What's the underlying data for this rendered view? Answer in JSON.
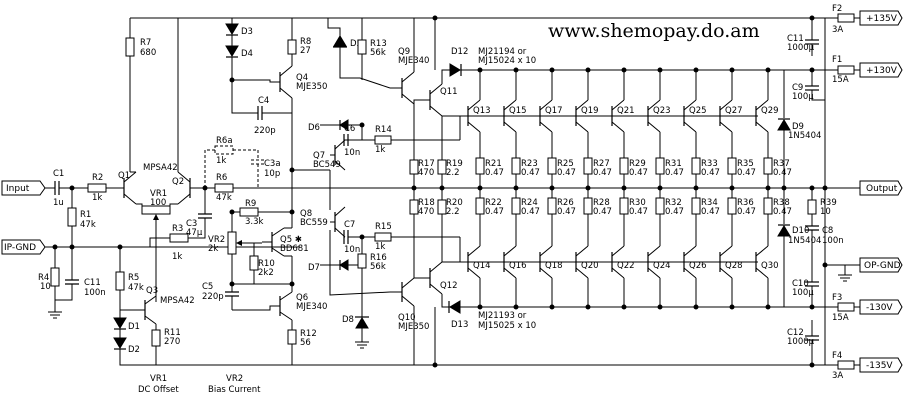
{
  "website": "www.shemopay.do.am",
  "connectors": {
    "input": "Input",
    "ip_gnd": "IP-GND",
    "output": "Output",
    "op_gnd": "OP-GND",
    "pos135": "+135V",
    "pos130": "+130V",
    "neg130": "-130V",
    "neg135": "-135V"
  },
  "components": {
    "C1": "C1",
    "C1v": "1u",
    "R1": "R1",
    "R1v": "47k",
    "R2": "R2",
    "R2v": "1k",
    "R3": "R3",
    "R3v": "1k",
    "R4": "R4",
    "R4v": "10",
    "C11b": "C11",
    "C11bv": "100n",
    "R5": "R5",
    "R5v": "47k",
    "R6": "R6",
    "R6v": "47k",
    "R6a": "R6a",
    "R6av": "1k",
    "C3a": "C3a",
    "C3av": "10p",
    "C3": "C3",
    "C3v": "47µ",
    "R7": "R7",
    "R7v": "680",
    "Q1": "Q1",
    "Q2": "Q2",
    "Q1type": "MPSA42",
    "VR1": "VR1",
    "VR1v": "100",
    "Q3": "Q3",
    "Q3type": "MPSA42",
    "D1": "D1",
    "D2": "D2",
    "D3": "D3",
    "D4": "D4",
    "R11": "R11",
    "R11v": "270",
    "VR2": "VR2",
    "VR2v": "2k",
    "R9": "R9",
    "R9v": "3.3k",
    "R10": "R10",
    "R10v": "2k2",
    "C5": "C5",
    "C5v": "220p",
    "C4": "C4",
    "C4v": "220p",
    "Q5": "Q5 ✱",
    "Q5type": "BD681",
    "R8": "R8",
    "R8v": "27",
    "Q4": "Q4",
    "Q4type": "MJE350",
    "D5": "D5",
    "R13": "R13",
    "R13v": "56k",
    "D6": "D6",
    "C6": "C6",
    "C6v": "10n",
    "Q7": "Q7",
    "Q7type": "BC549",
    "Q8": "Q8",
    "Q8type": "BC559",
    "C7": "C7",
    "C7v": "10n",
    "D7": "D7",
    "R16": "R16",
    "R16v": "56k",
    "D8": "D8",
    "Q6": "Q6",
    "Q6type": "MJE340",
    "R12": "R12",
    "R12v": "56",
    "R14": "R14",
    "R14v": "1k",
    "R15": "R15",
    "R15v": "1k",
    "Q9": "Q9",
    "Q9type": "MJE340",
    "Q10": "Q10",
    "Q10type": "MJE350",
    "Q11": "Q11",
    "Q12": "Q12",
    "D12": "D12",
    "D13": "D13",
    "R17": "R17",
    "R17v": "470",
    "R18": "R18",
    "R18v": "470",
    "R19": "R19",
    "R19v": "2.2",
    "R20": "R20",
    "R20v": "2.2",
    "top_out_type": "MJ21194 or",
    "top_out_type2": "MJ15024 x 10",
    "bot_out_type": "MJ21193 or",
    "bot_out_type2": "MJ15025 x 10",
    "C11": "C11",
    "C11v": "1000µ",
    "C9": "C9",
    "C9v": "100µ",
    "C10": "C10",
    "C10v": "100µ",
    "C12": "C12",
    "C12v": "1000µ",
    "F1": "F1",
    "F1v": "15A",
    "F2": "F2",
    "F2v": "3A",
    "F3": "F3",
    "F3v": "15A",
    "F4": "F4",
    "F4v": "3A",
    "D9": "D9",
    "D9v": "1N5404",
    "D10": "D10",
    "D10v": "1N5404",
    "R39": "R39",
    "R39v": "10",
    "C8": "C8",
    "C8v": "100n"
  },
  "output_stage": {
    "top_q": [
      "Q13",
      "Q15",
      "Q17",
      "Q19",
      "Q21",
      "Q23",
      "Q25",
      "Q27",
      "Q29"
    ],
    "bot_q": [
      "Q14",
      "Q16",
      "Q18",
      "Q20",
      "Q22",
      "Q24",
      "Q26",
      "Q28",
      "Q30"
    ],
    "top_r": [
      "R21",
      "R23",
      "R25",
      "R27",
      "R29",
      "R31",
      "R33",
      "R35",
      "R37"
    ],
    "bot_r": [
      "R22",
      "R24",
      "R26",
      "R28",
      "R30",
      "R32",
      "R34",
      "R36",
      "R38"
    ],
    "r_value": "0.47"
  },
  "footer": {
    "vr1_name": "VR1",
    "vr1_desc": "DC Offset",
    "vr2_name": "VR2",
    "vr2_desc": "Bias Current"
  }
}
